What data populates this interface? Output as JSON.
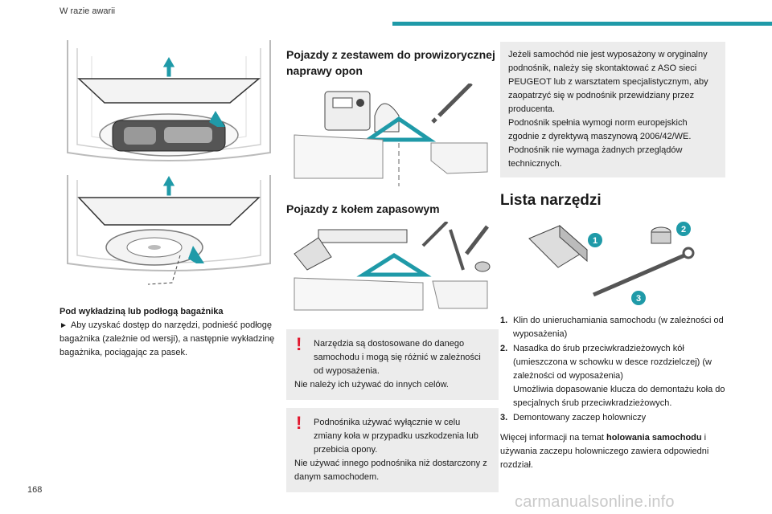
{
  "header": {
    "section_title": "W razie awarii"
  },
  "page_number": "168",
  "watermark": "carmanualsonline.info",
  "col1": {
    "caption_title": "Pod wykładziną lub podłogą bagażnika",
    "caption_arrow": "►",
    "caption_text": "Aby uzyskać dostęp do narzędzi, podnieść podłogę bagażnika (zależnie od wersji), a następnie wykładzinę bagażnika, pociągając za pasek."
  },
  "col2": {
    "heading_kit": "Pojazdy z zestawem do prowizorycznej naprawy opon",
    "heading_spare": "Pojazdy z kołem zapasowym",
    "warning1": {
      "icon": "!",
      "line1": "Narzędzia są dostosowane do danego samochodu i mogą się różnić w zależności od wyposażenia.",
      "line2": "Nie należy ich używać do innych celów."
    },
    "warning2": {
      "icon": "!",
      "line1": "Podnośnika używać wyłącznie w celu zmiany koła w przypadku uszkodzenia lub przebicia opony.",
      "line2": "Nie używać innego podnośnika niż dostarczony z danym samochodem."
    }
  },
  "col3": {
    "info_text1": "Jeżeli samochód nie jest wyposażony w oryginalny podnośnik, należy się skontaktować z ASO sieci PEUGEOT lub z warsztatem specjalistycznym, aby zaopatrzyć się w podnośnik przewidziany przez producenta.",
    "info_text2": "Podnośnik spełnia wymogi norm europejskich zgodnie z dyrektywą maszynową 2006/42/WE.",
    "info_text3": "Podnośnik nie wymaga żadnych przeglądów technicznych.",
    "tools_heading": "Lista narzędzi",
    "badges": [
      "1",
      "2",
      "3"
    ],
    "list": [
      {
        "num": "1.",
        "text": "Klin do unieruchamiania samochodu (w zależności od wyposażenia)"
      },
      {
        "num": "2.",
        "text": "Nasadka do śrub przeciwkradzieżowych kół (umieszczona w schowku w desce rozdzielczej) (w zależności od wyposażenia)",
        "extra": "Umożliwia dopasowanie klucza do demontażu koła do specjalnych śrub przeciwkradzieżowych."
      },
      {
        "num": "3.",
        "text": "Demontowany zaczep holowniczy"
      }
    ],
    "more_prefix": "Więcej informacji na temat ",
    "more_bold": "holowania samochodu",
    "more_suffix": " i używania zaczepu holowniczego zawiera odpowiedni rozdział."
  },
  "colors": {
    "accent": "#1f9aa8",
    "warning": "#e2162d",
    "panel": "#ececec"
  }
}
